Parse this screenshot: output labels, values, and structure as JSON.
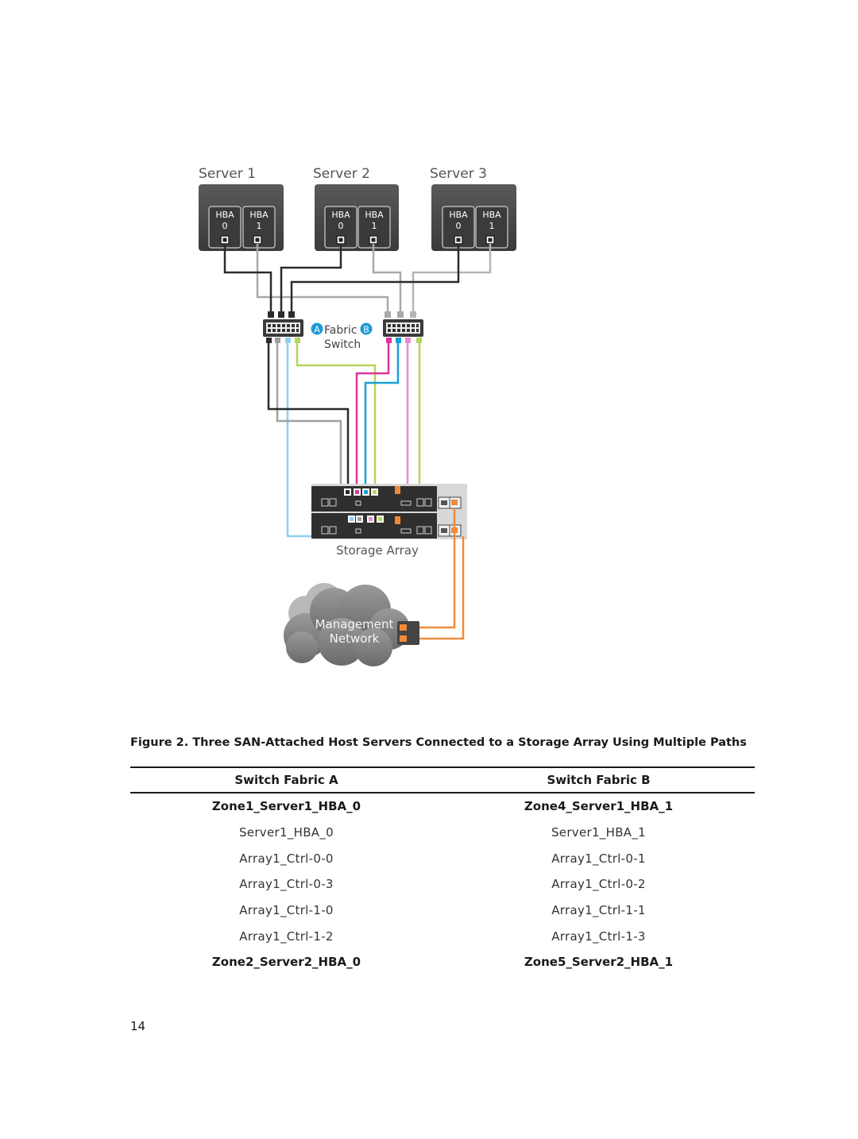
{
  "diagram": {
    "servers": [
      {
        "title": "Server 1",
        "hba0": [
          "HBA",
          "0"
        ],
        "hba1": [
          "HBA",
          "1"
        ]
      },
      {
        "title": "Server 2",
        "hba0": [
          "HBA",
          "0"
        ],
        "hba1": [
          "HBA",
          "1"
        ]
      },
      {
        "title": "Server 3",
        "hba0": [
          "HBA",
          "0"
        ],
        "hba1": [
          "HBA",
          "1"
        ]
      }
    ],
    "fabric_label": "Fabric",
    "fabric_a_badge": "A",
    "fabric_b_badge": "B",
    "switch_label": "Switch",
    "storage_label": "Storage Array",
    "network_label_line1": "Management",
    "network_label_line2": "Network",
    "colors": {
      "black_cable": "#2b2b2b",
      "gray_cable": "#a0a0a0",
      "magenta_cable": "#e0359a",
      "cyan_cable": "#1a9fd8",
      "light_blue_cable": "#8fd0ee",
      "pink_cable": "#e58ccf",
      "lime_cable": "#b5d65a",
      "orange_cable": "#f08a3a",
      "fabric_badge": "#1e9ad6",
      "server_body": "#4a4a4a"
    }
  },
  "caption": "Figure 2. Three SAN-Attached Host Servers Connected to a Storage Array Using Multiple Paths",
  "table": {
    "headers": [
      "Switch Fabric A",
      "Switch Fabric B"
    ],
    "rows": [
      {
        "type": "zone",
        "a": "Zone1_Server1_HBA_0",
        "b": "Zone4_Server1_HBA_1"
      },
      {
        "type": "member",
        "a": "Server1_HBA_0",
        "b": "Server1_HBA_1"
      },
      {
        "type": "member",
        "a": "Array1_Ctrl-0-0",
        "b": "Array1_Ctrl-0-1"
      },
      {
        "type": "member",
        "a": "Array1_Ctrl-0-3",
        "b": "Array1_Ctrl-0-2"
      },
      {
        "type": "member",
        "a": "Array1_Ctrl-1-0",
        "b": "Array1_Ctrl-1-1"
      },
      {
        "type": "member",
        "a": "Array1_Ctrl-1-2",
        "b": "Array1_Ctrl-1-3"
      },
      {
        "type": "zone",
        "a": "Zone2_Server2_HBA_0",
        "b": "Zone5_Server2_HBA_1"
      }
    ]
  },
  "page_number": "14"
}
